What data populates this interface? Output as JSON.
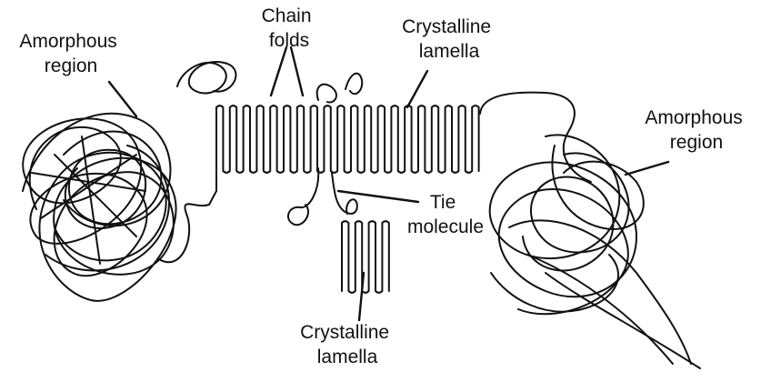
{
  "diagram": {
    "labels": {
      "amorphous_left": [
        "Amorphous",
        "region"
      ],
      "chain_folds": [
        "Chain",
        "folds"
      ],
      "lamella_top": [
        "Crystalline",
        "lamella"
      ],
      "amorphous_right": [
        "Amorphous",
        "region"
      ],
      "tie_molecule": [
        "Tie",
        "molecule"
      ],
      "lamella_bottom": [
        "Crystalline",
        "lamella"
      ]
    }
  }
}
